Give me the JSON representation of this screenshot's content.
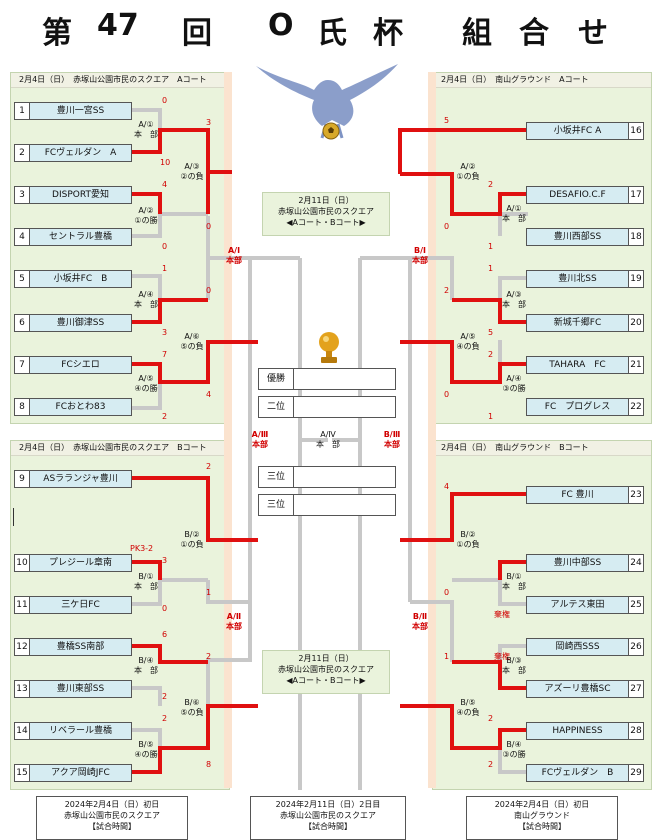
{
  "title": [
    "第",
    "47",
    "回",
    "O",
    "氏",
    "杯",
    "組",
    "合",
    "せ"
  ],
  "panels": {
    "tl": "2月4日（日）　赤塚山公園市民のスクエア　Aコート",
    "tr": "2月4日（日）　南山グラウンド　Aコート",
    "bl": "2月4日（日）　赤塚山公園市民のスクエア　Bコート",
    "br": "2月4日（日）　南山グラウンド　Bコート"
  },
  "teams": [
    {
      "no": "1",
      "name": "豊川一宮SS"
    },
    {
      "no": "2",
      "name": "FCヴェルダン　A"
    },
    {
      "no": "3",
      "name": "DISPORT愛知"
    },
    {
      "no": "4",
      "name": "セントラル豊橋"
    },
    {
      "no": "5",
      "name": "小坂井FC　B"
    },
    {
      "no": "6",
      "name": "豊川御津SS"
    },
    {
      "no": "7",
      "name": "FCシエロ"
    },
    {
      "no": "8",
      "name": "FCおとわ83"
    },
    {
      "no": "9",
      "name": "ASラランジャ豊川"
    },
    {
      "no": "10",
      "name": "プレジール章南"
    },
    {
      "no": "11",
      "name": "三ケ日FC"
    },
    {
      "no": "12",
      "name": "豊橋SS南部"
    },
    {
      "no": "13",
      "name": "豊川東部SS"
    },
    {
      "no": "14",
      "name": "リベラール豊橋"
    },
    {
      "no": "15",
      "name": "アクア岡崎JFC"
    },
    {
      "no": "16",
      "name": "小坂井FC A"
    },
    {
      "no": "17",
      "name": "DESAFIO.C.F"
    },
    {
      "no": "18",
      "name": "豊川西部SS"
    },
    {
      "no": "19",
      "name": "豊川北SS"
    },
    {
      "no": "20",
      "name": "新城千郷FC"
    },
    {
      "no": "21",
      "name": "TAHARA　FC"
    },
    {
      "no": "22",
      "name": "FC　プログレス"
    },
    {
      "no": "23",
      "name": "FC 豊川"
    },
    {
      "no": "24",
      "name": "豊川中部SS"
    },
    {
      "no": "25",
      "name": "アルテス東田"
    },
    {
      "no": "26",
      "name": "岡崎西SSS"
    },
    {
      "no": "27",
      "name": "アズーリ豊橋SC"
    },
    {
      "no": "28",
      "name": "HAPPINESS"
    },
    {
      "no": "29",
      "name": "FCヴェルダン　B"
    }
  ],
  "scores": [
    "0",
    "10",
    "3",
    "4",
    "0",
    "0",
    "1",
    "3",
    "0",
    "7",
    "2",
    "4",
    "2",
    "3",
    "1",
    "6",
    "2",
    "2",
    "2",
    "8",
    "5",
    "0",
    "2",
    "1",
    "1",
    "5",
    "2",
    "0",
    "2",
    "1",
    "4",
    "0",
    "1",
    "2",
    "2",
    "0"
  ],
  "matches": [
    "A/①\n本　部",
    "A/③\n②の負",
    "A/②\n①の勝",
    "A/④\n本　部",
    "A/⑥\n⑤の負",
    "A/⑤\n④の勝",
    "B/②\n①の負",
    "B/①\n本　部",
    "B/④\n本　部",
    "B/⑥\n⑤の負",
    "B/⑤\n④の勝",
    "A/②\n①の負",
    "A/①\n本　部",
    "A/③\n本　部",
    "A/⑤\n④の負",
    "A/④\n③の勝",
    "B/②\n①の負",
    "B/①\n本　部",
    "B/③\n本　部",
    "B/⑤\n④の負",
    "B/④\n③の勝"
  ],
  "redlabels": [
    "A/Ⅰ\n本部",
    "B/Ⅰ\n本部",
    "A/Ⅲ\n本部",
    "B/Ⅲ\n本部",
    "A/Ⅱ\n本部",
    "B/Ⅱ\n本部"
  ],
  "pk": "PK3-2",
  "forfeit": [
    "棄権",
    "棄権"
  ],
  "center": {
    "top": "2月11日（日）\n赤塚山公園市民のスクエア\n◀Aコート・Bコート▶",
    "bottom": "2月11日（日）\n赤塚山公園市民のスクエア\n◀Aコート・Bコート▶",
    "final": "A/Ⅳ\n本　部",
    "results": [
      "優勝",
      "二位",
      "三位",
      "三位"
    ]
  },
  "info": [
    "2024年2月4日（日）初日\n赤塚山公園市民のスクエア\n【試合時間】",
    "2024年2月11日（日）2日目\n赤塚山公園市民のスクエア\n【試合時間】",
    "2024年2月4日（日）初日\n南山グラウンド\n【試合時間】"
  ],
  "colors": {
    "line_red": "#e01010",
    "line_gray": "#c8c8c8",
    "panel": "#eaf3dc",
    "team_fill": "#d6ecf2"
  },
  "icons": [
    "eagle-logo-icon",
    "soccer-ball-icon",
    "trophy-icon"
  ]
}
